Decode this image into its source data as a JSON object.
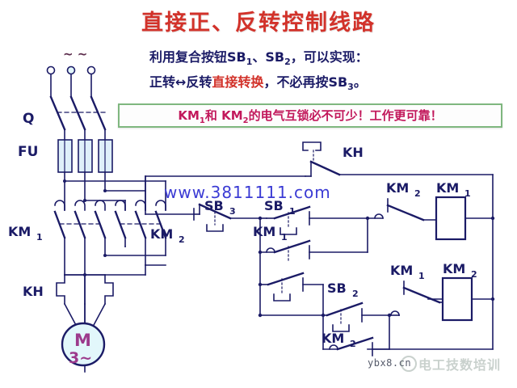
{
  "page": {
    "title": "直接正、反转控制线路",
    "title_color": "#d2322a",
    "background": "#ffffff"
  },
  "subtitle": {
    "line1_prefix": "利用复合按钮",
    "line1_sb1": "SB",
    "line1_sb1_sub": "1",
    "line1_mid": "、",
    "line1_sb2": "SB",
    "line1_sb2_sub": "2",
    "line1_suffix": "，可以实现：",
    "line2_prefix": "正转↔反转",
    "line2_red": "直接转换",
    "line2_mid": "，不必再按",
    "line2_sb3": "SB",
    "line2_sb3_sub": "3",
    "line2_suffix": "。",
    "text_color": "#1b1b66",
    "highlight_color": "#d2322a"
  },
  "callout": {
    "km1": "KM",
    "km1_sub": "1",
    "and": "和 ",
    "km2": "KM",
    "km2_sub": "2",
    "text": "的电气互锁必不可少！工作更可靠！",
    "text_color": "#c2185b",
    "border_color": "#7fb77f"
  },
  "watermarks": {
    "main": "www.3811111.com",
    "main_color": "#3b3bd4",
    "small": "ybx8.cn",
    "logo": "电工技数培训"
  },
  "circuit": {
    "line_color": "#1b1b66",
    "label_color": "#1b1b66",
    "supply": {
      "phase_mark": "~  ~",
      "terminals": 3
    },
    "labels": {
      "disconnect": "Q",
      "fuse": "FU",
      "contactor1": "KM",
      "contactor1_sub": "1",
      "contactor2": "KM",
      "contactor2_sub": "2",
      "thermal": "KH",
      "stop_button": "SB",
      "stop_button_sub": "3",
      "forward_button": "SB",
      "forward_button_sub": "1",
      "reverse_button": "SB",
      "reverse_button_sub": "2"
    },
    "motor": {
      "symbol": "M",
      "phases": "3~",
      "fill": "#e2f7fb",
      "stroke": "#1b1b66",
      "text_color": "#9c3a8c"
    },
    "elements": [
      {
        "name": "disconnect-switch-Q",
        "type": "3-pole knife switch",
        "label": "Q"
      },
      {
        "name": "fuses-FU",
        "type": "3 fuses",
        "label": "FU"
      },
      {
        "name": "main-contacts-KM1",
        "type": "3 NO main contacts",
        "label": "KM1"
      },
      {
        "name": "main-contacts-KM2",
        "type": "3 NO main contacts reversed phases",
        "label": "KM2"
      },
      {
        "name": "thermal-overload-KH",
        "type": "heating elements",
        "label": "KH"
      },
      {
        "name": "motor-M3",
        "type": "three phase motor",
        "label": "M 3~"
      },
      {
        "name": "kh-nc-contact",
        "type": "NC contact",
        "label": "KH"
      },
      {
        "name": "sb3-stop",
        "type": "NC pushbutton",
        "label": "SB3"
      },
      {
        "name": "sb1-forward",
        "type": "NO pushbutton compound",
        "label": "SB1"
      },
      {
        "name": "km1-hold-contact",
        "type": "NO auxiliary contact",
        "label": "KM1"
      },
      {
        "name": "km2-nc-interlock",
        "type": "NC interlock contact",
        "label": "KM2"
      },
      {
        "name": "km1-coil",
        "type": "coil",
        "label": "KM1"
      },
      {
        "name": "sb2-reverse",
        "type": "NO pushbutton compound",
        "label": "SB2"
      },
      {
        "name": "km2-hold-contact",
        "type": "NO auxiliary contact",
        "label": "KM2"
      },
      {
        "name": "km1-nc-interlock",
        "type": "NC interlock contact",
        "label": "KM1"
      },
      {
        "name": "km2-coil",
        "type": "coil",
        "label": "KM2"
      }
    ]
  }
}
